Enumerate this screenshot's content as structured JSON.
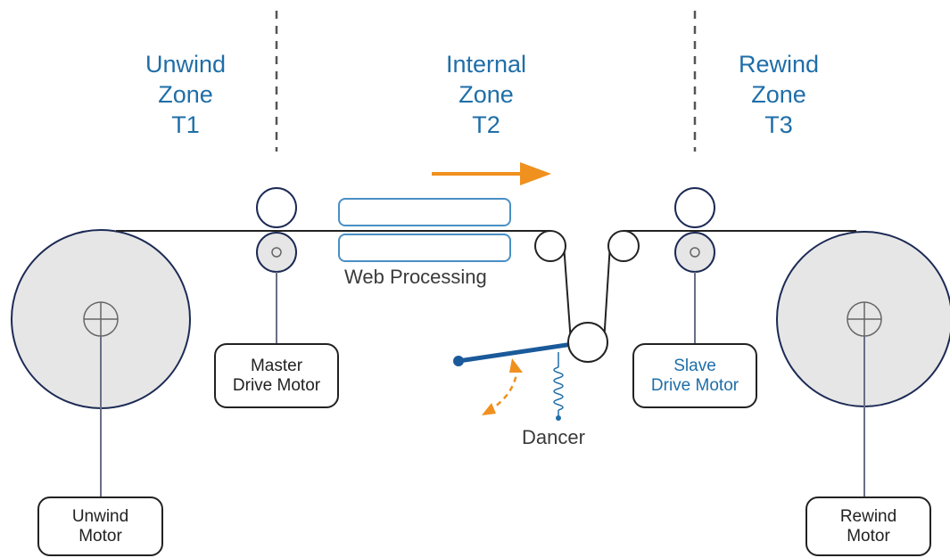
{
  "zones": [
    {
      "line1": "Unwind",
      "line2": "Zone",
      "line3": "T1"
    },
    {
      "line1": "Internal",
      "line2": "Zone",
      "line3": "T2"
    },
    {
      "line1": "Rewind",
      "line2": "Zone",
      "line3": "T3"
    }
  ],
  "labels": {
    "web_processing": "Web Processing",
    "dancer": "Dancer"
  },
  "motors": {
    "master": {
      "line1": "Master",
      "line2": "Drive Motor"
    },
    "slave": {
      "line1": "Slave",
      "line2": "Drive Motor"
    },
    "unwind": {
      "line1": "Unwind",
      "line2": "Motor"
    },
    "rewind": {
      "line1": "Rewind",
      "line2": "Motor"
    }
  },
  "colors": {
    "zone_text": "#1f6ea8",
    "web_line": "#222222",
    "roller_outline": "#1c2a55",
    "roll_fill": "#e6e6e6",
    "dancer_arm": "#1a5a9a",
    "direction_arrow": "#f0901e",
    "processing_box": "#4a8fc4"
  },
  "icons": {
    "direction": "arrow-right-icon",
    "roll_axis": "crosshair-circle-icon"
  }
}
